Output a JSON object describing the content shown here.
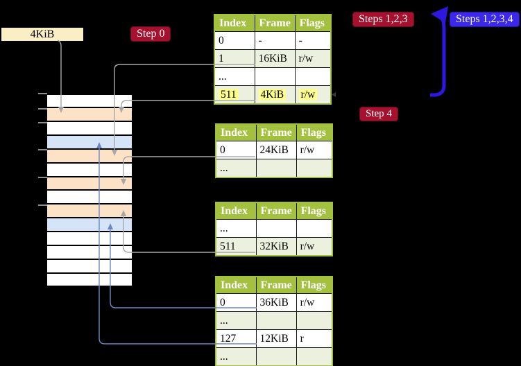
{
  "frame_label": {
    "text": "4KiB"
  },
  "badges": {
    "step0": {
      "text": "Step 0"
    },
    "steps123": {
      "text": "Steps 1,2,3"
    },
    "steps1234": {
      "text": "Steps 1,2,3,4"
    },
    "step4": {
      "text": "Step 4"
    }
  },
  "memory_column": {
    "row_colors": [
      "white",
      "orange",
      "white",
      "blue",
      "orange",
      "white",
      "orange",
      "white",
      "orange",
      "blue",
      "white",
      "white",
      "white",
      "white"
    ],
    "tick_count": 6
  },
  "tables": [
    {
      "name": "page-table-level-top",
      "header": [
        "Index",
        "Frame",
        "Flags"
      ],
      "rows": [
        {
          "cells": [
            "0",
            "-",
            "-"
          ]
        },
        {
          "cells": [
            "1",
            "16KiB",
            "r/w"
          ]
        },
        {
          "cells": [
            "...",
            "",
            ""
          ]
        },
        {
          "cells": [
            "511",
            "4KiB",
            "r/w"
          ],
          "highlight": true
        }
      ]
    },
    {
      "name": "page-table-mid-a",
      "header": [
        "Index",
        "Frame",
        "Flags"
      ],
      "rows": [
        {
          "cells": [
            "0",
            "24KiB",
            "r/w"
          ]
        },
        {
          "cells": [
            "...",
            "",
            ""
          ]
        }
      ]
    },
    {
      "name": "page-table-mid-b",
      "header": [
        "Index",
        "Frame",
        "Flags"
      ],
      "rows": [
        {
          "cells": [
            "...",
            "",
            ""
          ]
        },
        {
          "cells": [
            "511",
            "32KiB",
            "r/w"
          ]
        }
      ]
    },
    {
      "name": "page-table-bottom",
      "header": [
        "Index",
        "Frame",
        "Flags"
      ],
      "rows": [
        {
          "cells": [
            "0",
            "36KiB",
            "r/w"
          ]
        },
        {
          "cells": [
            "...",
            "",
            ""
          ]
        },
        {
          "cells": [
            "127",
            "12KiB",
            "r"
          ]
        },
        {
          "cells": [
            "...",
            "",
            ""
          ]
        }
      ]
    }
  ],
  "colors": {
    "red_badge": "#A5112E",
    "blue_badge": "#3B28E8",
    "cream_label": "#FAEEC5",
    "table_header_green": "#A3C13E",
    "table_row_shade": "#EBF1DE",
    "yellow_highlight": "#FEFF8F",
    "memory_orange": "#FCE2C7",
    "memory_blue": "#D5E4F6",
    "memory_white": "#FFFFFF",
    "gray_connector": "#A8A8A8",
    "blue_connector": "#6C88C2",
    "thick_arrow_blue": "#2E18E0"
  }
}
